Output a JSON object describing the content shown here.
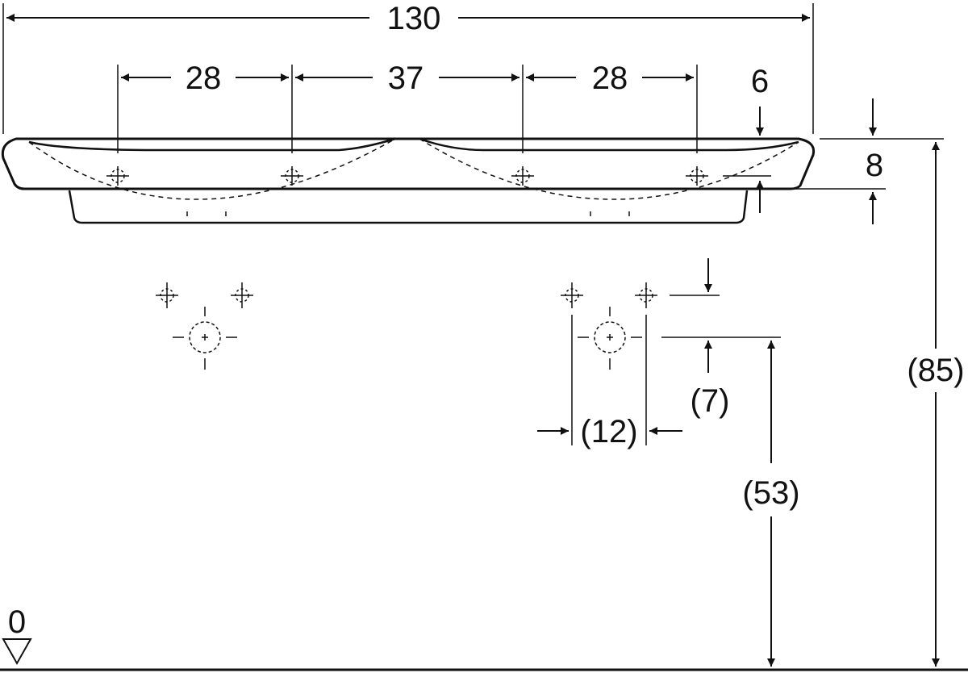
{
  "dimensions": {
    "overall_width": "130",
    "hole_spacing_left": "28",
    "basin_spacing": "37",
    "hole_spacing_right": "28",
    "rim_thickness": "8",
    "overflow_offset": "6",
    "total_height": "(85)",
    "drain_height": "(53)",
    "tap_hole_offset": "(7)",
    "tap_hole_spacing": "(12)",
    "floor_level": "0"
  },
  "colors": {
    "line": "#111111",
    "background": "#ffffff"
  }
}
